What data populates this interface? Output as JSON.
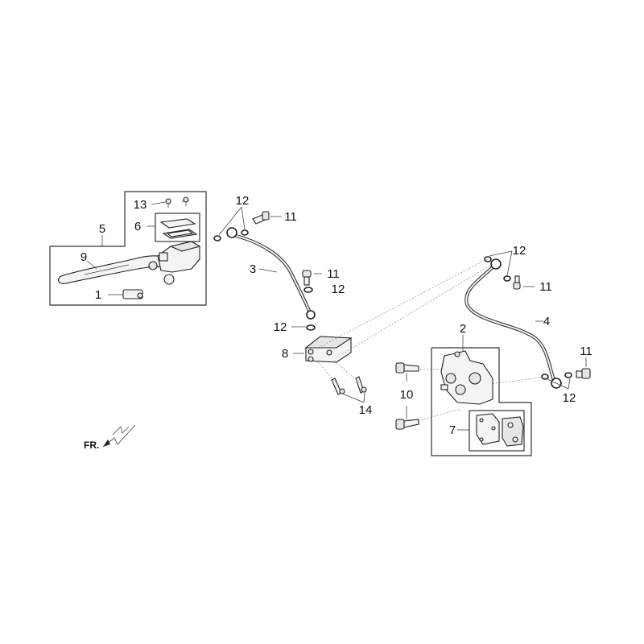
{
  "callouts": {
    "c1": "1",
    "c2": "2",
    "c3": "3",
    "c4": "4",
    "c5": "5",
    "c6": "6",
    "c7": "7",
    "c8": "8",
    "c9": "9",
    "c10": "10",
    "c11": "11",
    "c12": "12",
    "c13": "13",
    "c14": "14"
  },
  "orientation": {
    "front_label": "FR."
  },
  "colors": {
    "line": "#222222",
    "background": "#ffffff"
  }
}
